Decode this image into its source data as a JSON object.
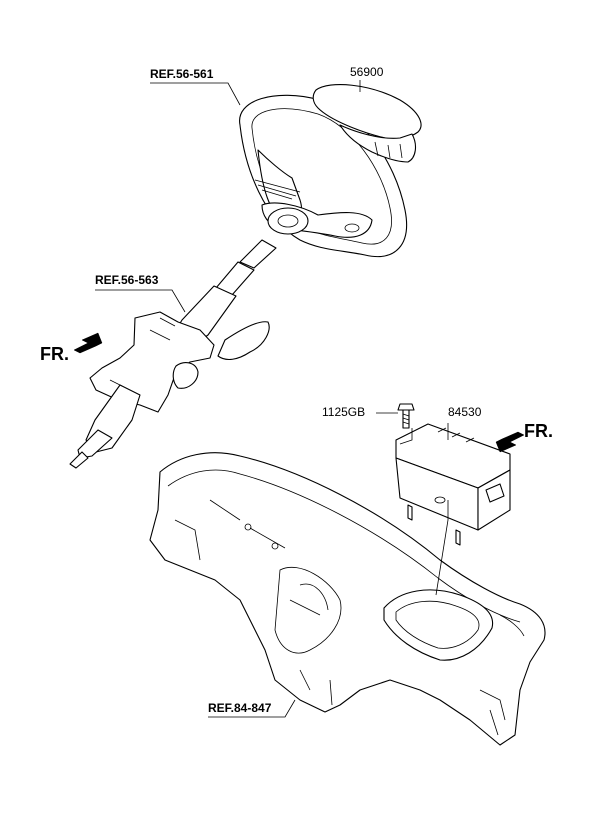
{
  "labels": {
    "ref_steering_wheel": "REF.56-561",
    "ref_steering_column": "REF.56-563",
    "ref_crash_pad": "REF.84-847",
    "part_airbag": "56900",
    "part_bolt": "1125GB",
    "part_passenger_airbag": "84530",
    "fr_left": "FR.",
    "fr_right": "FR."
  }
}
